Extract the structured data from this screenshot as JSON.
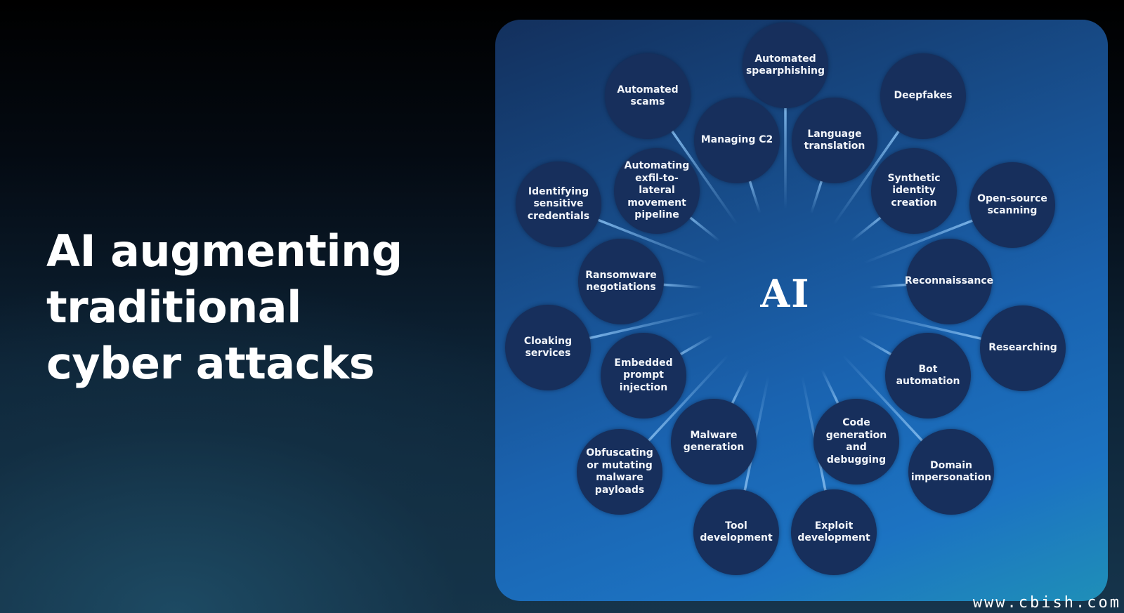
{
  "slide": {
    "title_lines": [
      "AI augmenting",
      "traditional",
      "cyber attacks"
    ]
  },
  "diagram": {
    "hub_label": "AI",
    "colors": {
      "node_fill": "#172f5c",
      "ray": "#7fb8ec",
      "panel_top": "#13305d",
      "panel_bottom": "#1f8fb8"
    },
    "nodes": [
      {
        "label": "Automated spearphishing"
      },
      {
        "label": "Deepfakes"
      },
      {
        "label": "Language translation"
      },
      {
        "label": "Managing C2"
      },
      {
        "label": "Automated scams"
      },
      {
        "label": "Synthetic identity creation"
      },
      {
        "label": "Open-source scanning"
      },
      {
        "label": "Automating exfil-to-lateral movement pipeline"
      },
      {
        "label": "Identifying sensitive credentials"
      },
      {
        "label": "Reconnaissance"
      },
      {
        "label": "Ransomware negotiations"
      },
      {
        "label": "Researching"
      },
      {
        "label": "Cloaking services"
      },
      {
        "label": "Embedded prompt injection"
      },
      {
        "label": "Bot automation"
      },
      {
        "label": "Malware generation"
      },
      {
        "label": "Code generation and debugging"
      },
      {
        "label": "Obfuscating or mutating malware payloads"
      },
      {
        "label": "Domain impersonation"
      },
      {
        "label": "Tool development"
      },
      {
        "label": "Exploit development"
      }
    ]
  },
  "watermark": "www.cbish.com"
}
